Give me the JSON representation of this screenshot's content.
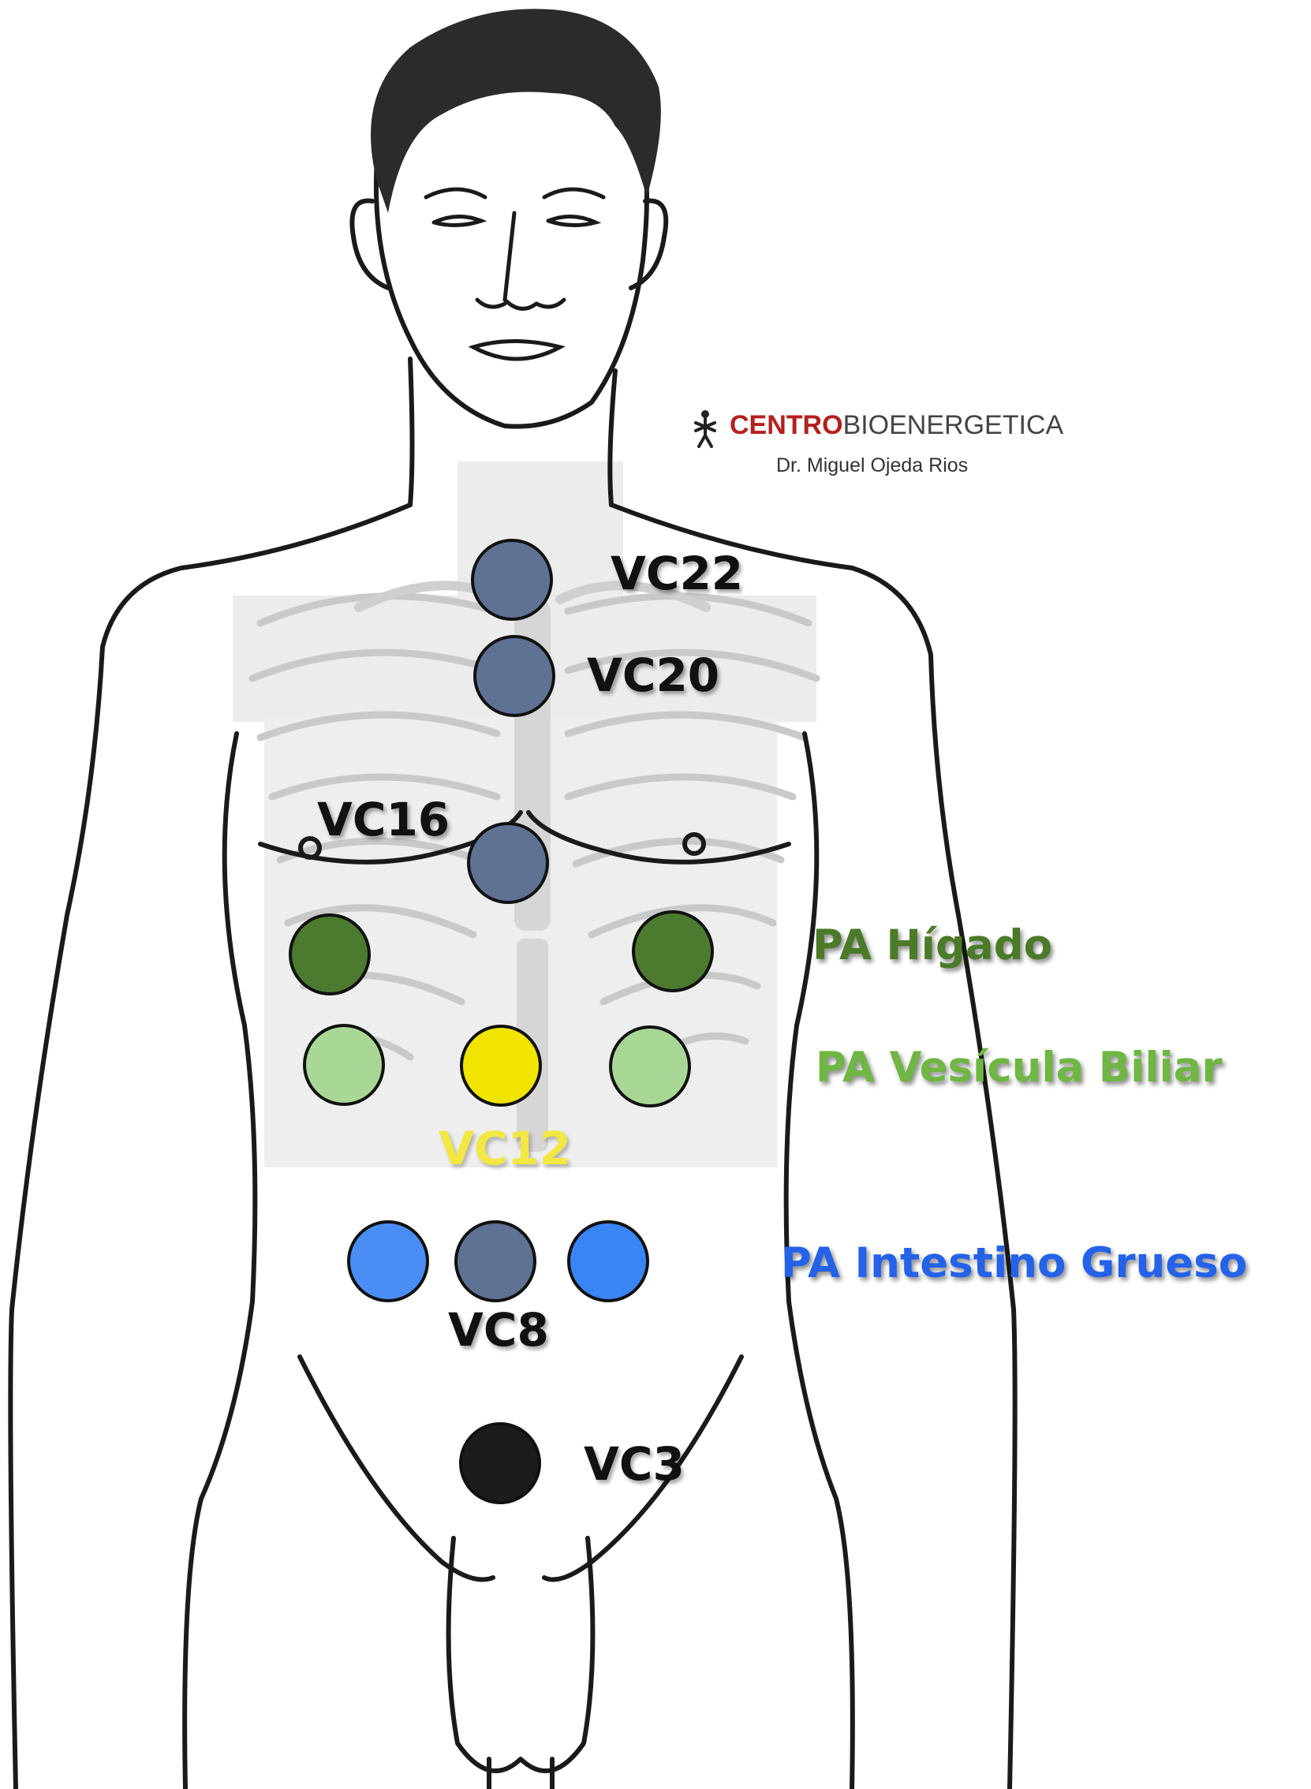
{
  "brand": {
    "name_part1": "CENTRO",
    "name_part2": "BIOENERGETICA",
    "doctor": "Dr. Miguel Ojeda Rios",
    "logo_icon": "acupuncture-figure-icon",
    "color_part1": "#b3201e"
  },
  "points": {
    "vc22": "VC22",
    "vc20": "VC20",
    "vc16": "VC16",
    "vc12": "VC12",
    "vc8": "VC8",
    "vc3": "VC3"
  },
  "groups": {
    "higado": "PA Hígado",
    "vesicula": "PA Vesícula Biliar",
    "intestino": "PA Intestino Grueso"
  },
  "colors": {
    "vc_points": "#5f7294",
    "vc12": "#f0e400",
    "vc3": "#1c1c1c",
    "higado": "#4c7a2f",
    "vesicula": "#a9d795",
    "intestino": "#3a85f5",
    "vc12_label": "#f2e743",
    "higado_label": "#4b7a28",
    "vesicula_label": "#6fb643",
    "intestino_label": "#2462ea"
  }
}
